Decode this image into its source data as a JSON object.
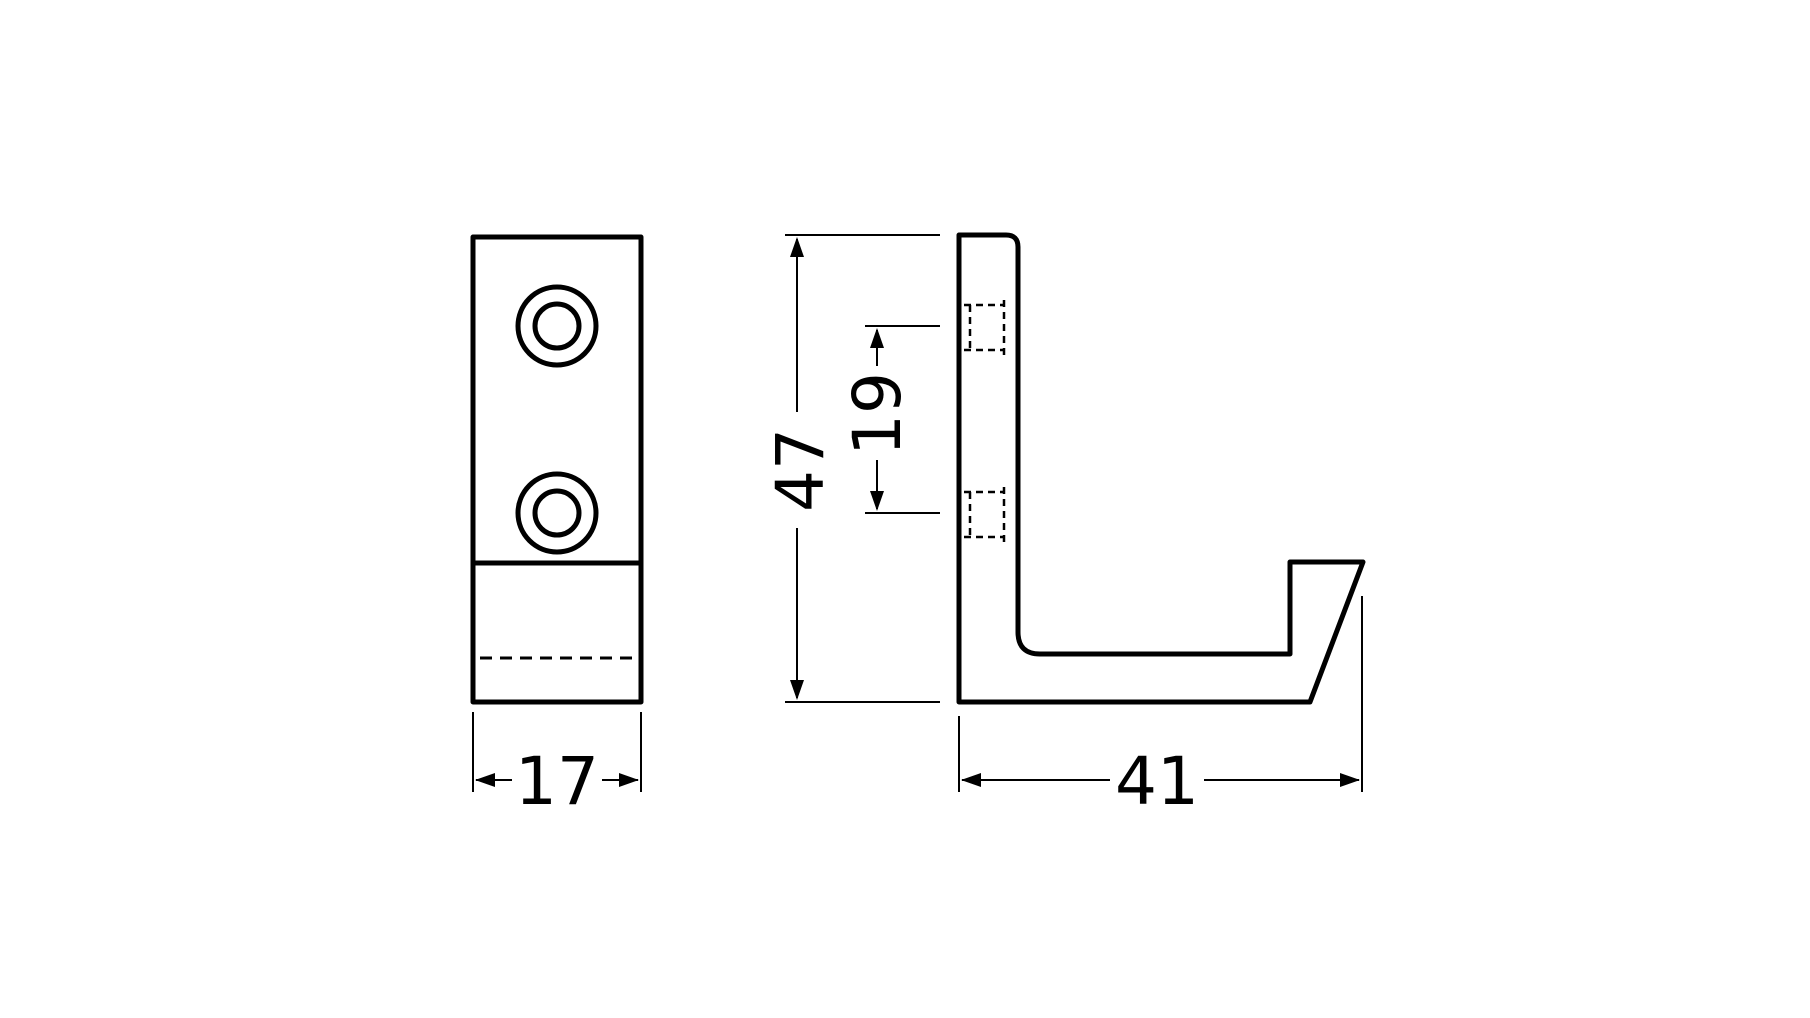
{
  "dimensions": {
    "width_front": "17",
    "height_total": "47",
    "hole_spacing": "19",
    "depth_side": "41"
  },
  "colors": {
    "line": "#000000",
    "background": "#ffffff"
  }
}
